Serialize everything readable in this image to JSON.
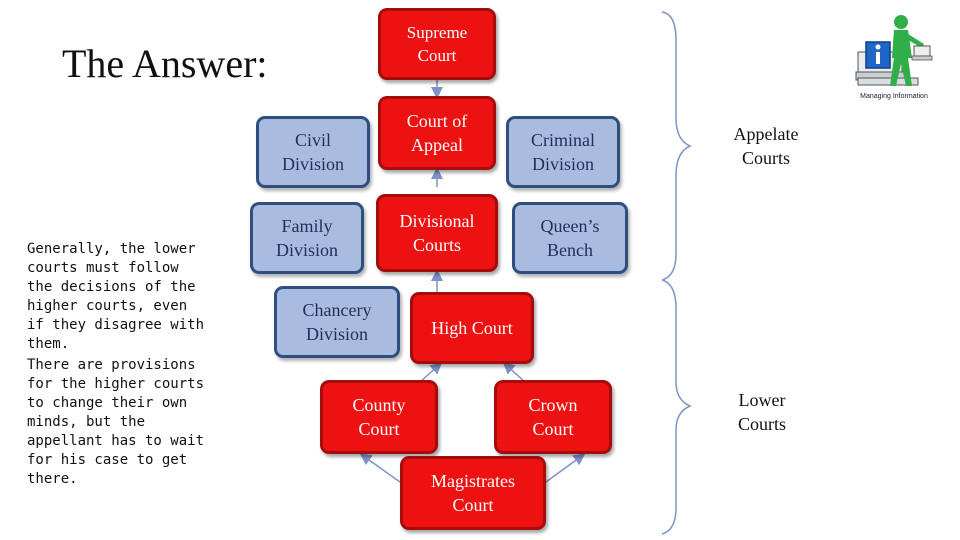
{
  "slide": {
    "title": "The Answer:",
    "notes": [
      "Generally, the lower courts must follow the decisions of the higher courts, even if they disagree with them.",
      "There are provisions for the higher courts to change their own minds, but the appellant has to wait for his case to get there."
    ],
    "courts": {
      "supreme": "Supreme\nCourt",
      "appeal": "Court of\nAppeal",
      "divisional": "Divisional\nCourts",
      "high": "High Court",
      "county": "County\nCourt",
      "crown": "Crown\nCourt",
      "magistrates": "Magistrates\nCourt"
    },
    "divisions": {
      "civil": "Civil\nDivision",
      "criminal": "Criminal\nDivision",
      "family": "Family\nDivision",
      "queens_bench": "Queen’s\nBench",
      "chancery": "Chancery\nDivision"
    },
    "groups": {
      "appelate": "Appelate\nCourts",
      "lower": "Lower\nCourts"
    },
    "logo": {
      "icon": "managing-information-logo-icon",
      "caption": "Managing Information"
    },
    "colors": {
      "court_fill": "#ee1111",
      "court_border": "#a50d0d",
      "division_fill": "#a9bce0",
      "division_border": "#2f4e80",
      "arrow": "#7f93c8"
    }
  }
}
